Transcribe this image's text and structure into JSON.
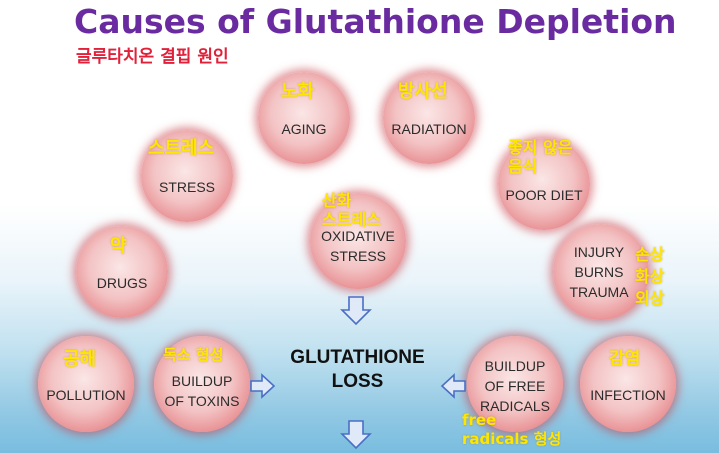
{
  "title": "Causes of Glutathione Depletion",
  "subtitle": "글루타치온 결핍 원인",
  "center": "GLUTATHIONE\nLOSS",
  "nodes": {
    "aging": {
      "en": "AGING",
      "ko": "노화"
    },
    "radiation": {
      "en": "RADIATION",
      "ko": "방사선"
    },
    "stress": {
      "en": "STRESS",
      "ko": "스트레스"
    },
    "poordiet": {
      "en": "POOR DIET",
      "ko": "좋지 않은\n음식"
    },
    "oxidative": {
      "en": "OXIDATIVE\nSTRESS",
      "ko": "산화\n스트레스"
    },
    "drugs": {
      "en": "DRUGS",
      "ko": "약"
    },
    "injury": {
      "en": "INJURY\nBURNS\nTRAUMA",
      "ko": "손상\n화상\n외상"
    },
    "pollution": {
      "en": "POLLUTION",
      "ko": "공해"
    },
    "toxins": {
      "en": "BUILDUP\nOF TOXINS",
      "ko": "독소 형성"
    },
    "radicals": {
      "en": "BUILDUP\nOF FREE\nRADICALS",
      "ko": "free\nradicals 형성"
    },
    "infection": {
      "en": "INFECTION",
      "ko": "감염"
    }
  },
  "colors": {
    "title": "#6a2ba0",
    "subtitle": "#e1203a",
    "korean_labels": "#ffe600",
    "circle": "#e88f92",
    "arrow": "#4a6fc4"
  }
}
